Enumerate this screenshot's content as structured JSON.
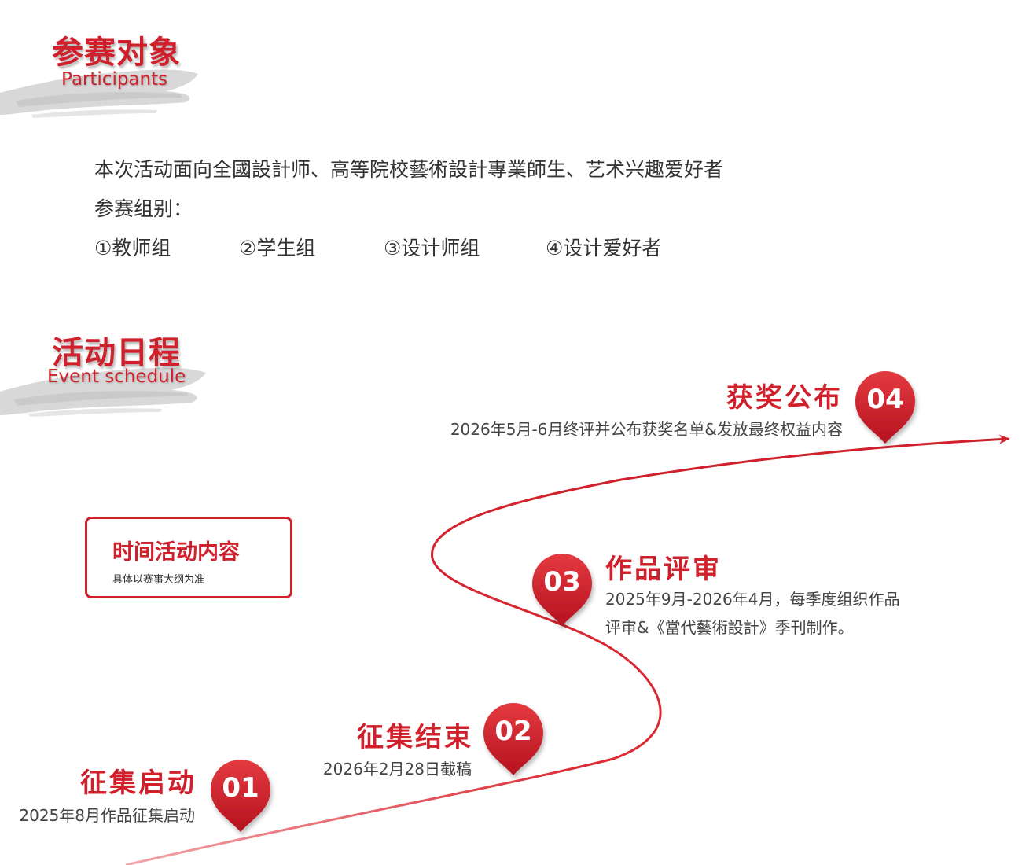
{
  "participants": {
    "title_cn": "参赛对象",
    "title_en": "Participants",
    "line1": "本次活动面向全國設計师、高等院校藝術設計專業師生、艺术兴趣爱好者",
    "groups_label": "参赛组别：",
    "groups": [
      "①教师组",
      "②学生组",
      "③设计师组",
      "④设计爱好者"
    ]
  },
  "schedule": {
    "title_cn": "活动日程",
    "title_en": "Event schedule",
    "legend_title": "时间活动内容",
    "legend_note": "具体以赛事大纲为准",
    "milestones": [
      {
        "num": "01",
        "title": "征集启动",
        "desc": "2025年8月作品征集启动"
      },
      {
        "num": "02",
        "title": "征集结束",
        "desc": "2026年2月28日截稿"
      },
      {
        "num": "03",
        "title": "作品评审",
        "desc_line1": "2025年9月-2026年4月，每季度组织作品",
        "desc_line2": "评审&《當代藝術設計》季刊制作。"
      },
      {
        "num": "04",
        "title": "获奖公布",
        "desc": "2026年5月-6月终评并公布获奖名单&发放最终权益内容"
      }
    ]
  },
  "colors": {
    "accent": "#d0202c",
    "text": "#333333",
    "brush": "#d9d9d9"
  }
}
